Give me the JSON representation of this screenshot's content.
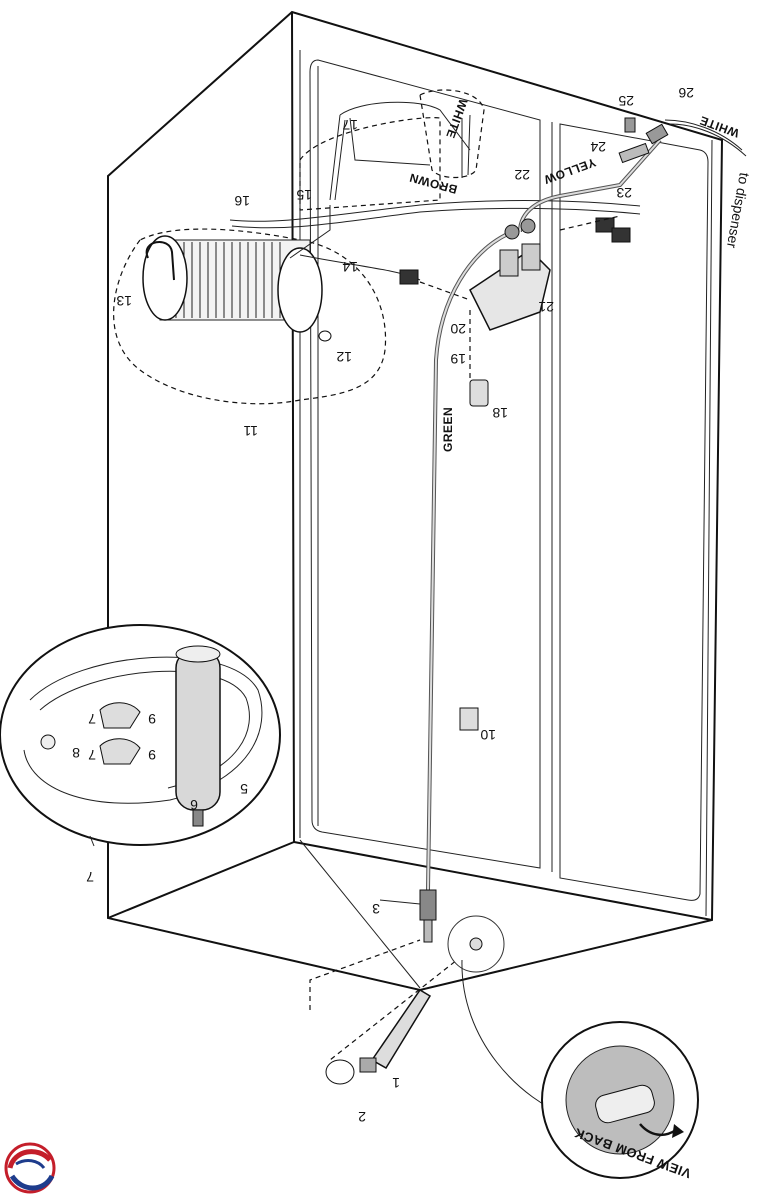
{
  "diagram": {
    "part_numbers": [
      "1",
      "2",
      "3",
      "5",
      "6",
      "7",
      "7",
      "7",
      "8",
      "9",
      "9",
      "10",
      "11",
      "12",
      "13",
      "14",
      "15",
      "16",
      "17",
      "18",
      "19",
      "20",
      "21",
      "22",
      "23",
      "24",
      "25",
      "26"
    ],
    "wire_labels": {
      "white_top": "WHITE",
      "brown": "BROWN",
      "yellow": "YELLOW",
      "white_right": "WHITE",
      "green": "GREEN"
    },
    "notes": {
      "to_dispenser": "to dispenser"
    },
    "inset_labels": {
      "view_from_back": "VIEW FROM BACK"
    }
  }
}
